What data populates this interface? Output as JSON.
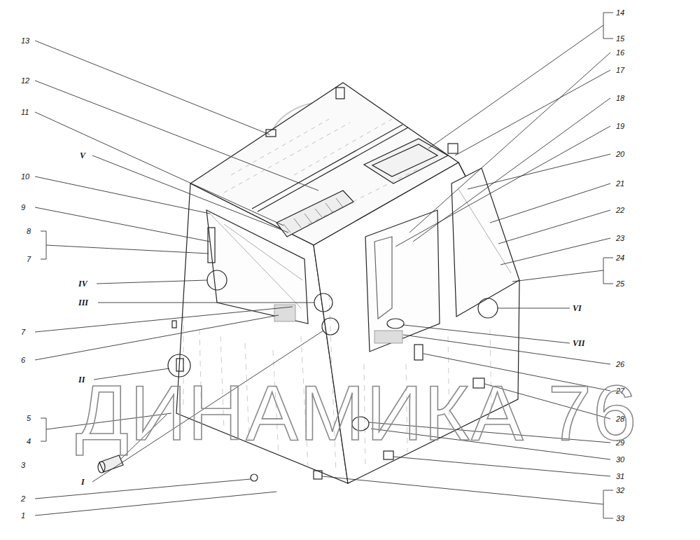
{
  "diagram": {
    "labels": [
      "13",
      "12",
      "11",
      "V",
      "10",
      "9",
      "8",
      "7",
      "IV",
      "III",
      "7",
      "6",
      "II",
      "5",
      "4",
      "3",
      "I",
      "2",
      "1",
      "14",
      "15",
      "16",
      "17",
      "18",
      "19",
      "20",
      "21",
      "22",
      "23",
      "24",
      "25",
      "VI",
      "VII",
      "26",
      "27",
      "28",
      "29",
      "30",
      "31",
      "32",
      "33",
      "ДИНАМИКА 76"
    ]
  }
}
